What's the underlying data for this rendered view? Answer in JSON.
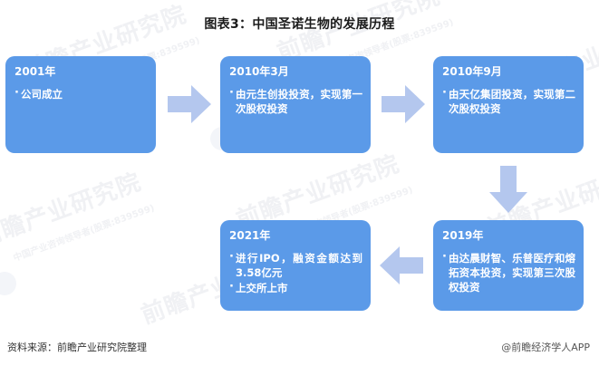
{
  "chart_data": {
    "type": "diagram",
    "title": "图表3：中国圣诺生物的发展历程",
    "diagram_kind": "timeline-flow",
    "nodes": [
      {
        "id": "n1",
        "year": "2001年",
        "bullets": [
          "公司成立"
        ]
      },
      {
        "id": "n2",
        "year": "2010年3月",
        "bullets": [
          "由元生创投投资，实现第一次股权投资"
        ]
      },
      {
        "id": "n3",
        "year": "2010年9月",
        "bullets": [
          "由天亿集团投资，实现第二次股权投资"
        ]
      },
      {
        "id": "n4",
        "year": "2019年",
        "bullets": [
          "由达晨财智、乐普医疗和熔拓资本投资，实现第三次股权投资"
        ]
      },
      {
        "id": "n5",
        "year": "2021年",
        "bullets": [
          "进行IPO，融资金额达到3.58亿元",
          "上交所上市"
        ]
      }
    ],
    "edges": [
      {
        "from": "n1",
        "to": "n2",
        "direction": "right"
      },
      {
        "from": "n2",
        "to": "n3",
        "direction": "right"
      },
      {
        "from": "n3",
        "to": "n4",
        "direction": "down"
      },
      {
        "from": "n4",
        "to": "n5",
        "direction": "left"
      }
    ],
    "colors": {
      "node_fill": "#5b9ae8",
      "arrow_fill": "#b4c7ee",
      "node_text": "#ffffff",
      "title_text": "#1b1b1b",
      "background": "#ffffff"
    }
  },
  "title": "图表3：中国圣诺生物的发展历程",
  "boxes": {
    "b1": {
      "year": "2001年",
      "l1": "公司成立"
    },
    "b2": {
      "year": "2010年3月",
      "l1": "由元生创投投资，实现第一次股权投资"
    },
    "b3": {
      "year": "2010年9月",
      "l1": "由天亿集团投资，实现第二次股权投资"
    },
    "b4": {
      "year": "2019年",
      "l1": "由达晨财智、乐普医疗和熔拓资本投资，实现第三次股权投资"
    },
    "b5": {
      "year": "2021年",
      "l1": "进行IPO，融资金额达到3.58亿元",
      "l2": "上交所上市"
    }
  },
  "footer": {
    "source": "资料来源：前瞻产业研究院整理",
    "watermark": "@前瞻经济学人APP"
  },
  "watermarks": {
    "text_main": "前瞻产业研究院",
    "text_sub": "中国产业咨询领导者(股票:839599)"
  }
}
